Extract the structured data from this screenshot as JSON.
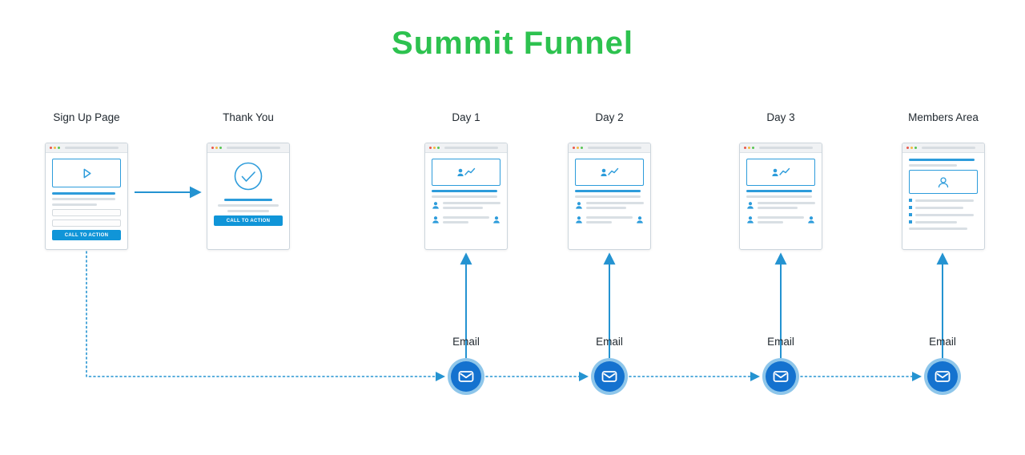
{
  "title": "Summit Funnel",
  "stages": [
    {
      "label": "Sign Up Page"
    },
    {
      "label": "Thank You"
    },
    {
      "label": "Day 1"
    },
    {
      "label": "Day 2"
    },
    {
      "label": "Day 3"
    },
    {
      "label": "Members Area"
    }
  ],
  "cta_label": "CALL TO ACTION",
  "emails": [
    {
      "label": "Email"
    },
    {
      "label": "Email"
    },
    {
      "label": "Email"
    },
    {
      "label": "Email"
    }
  ],
  "colors": {
    "title_green": "#2dc24f",
    "flow_blue": "#2493d1",
    "accent_blue": "#2d9cdb",
    "email_circle_blue": "#1472cf",
    "cta_blue": "#1095d8"
  }
}
